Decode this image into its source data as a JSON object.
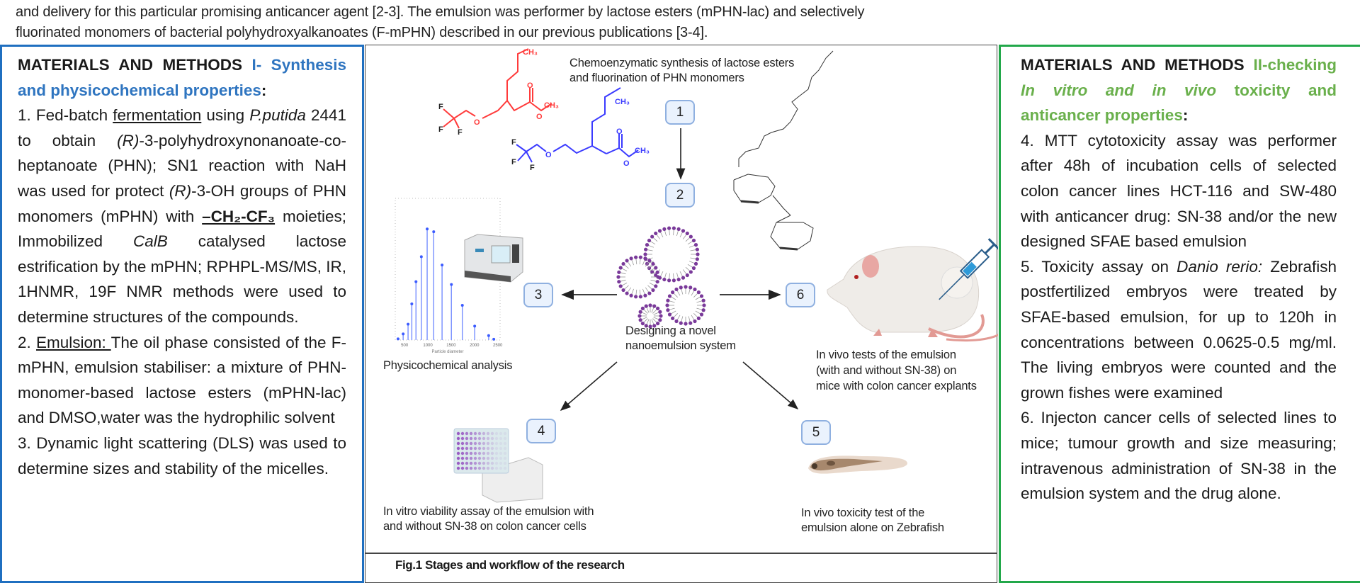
{
  "intro": {
    "line1": "and delivery for this particular promising anticancer agent [2-3]. The emulsion was performer by lactose esters (mPHN-lac) and selectively",
    "line2": "fluorinated monomers of bacterial polyhydroxyalkanoates (F-mPHN) described in our previous publications [3-4]."
  },
  "left": {
    "heading": {
      "a": "MATERIALS AND METHODS ",
      "b": "I- Synthesis and physicochemical properties",
      "c": ":"
    },
    "p1": {
      "s1": "1. Fed-batch ",
      "s2": "fermentation",
      "s3": " using ",
      "s4": "P.putida",
      "s5": " 2441 to obtain ",
      "s6": "(R)",
      "s7": "-3-polyhydroxynonanoate-co-heptanoate (PHN); SN1 reaction with NaH was used for protect ",
      "s8": "(R)",
      "s9": "-3-OH groups of PHN monomers (mPHN) with ",
      "s10": "–CH₂-CF₃",
      "s11": " moieties; Immobilized ",
      "s12": "CalB",
      "s13": " catalysed lactose estrification by the mPHN; RPHPL-MS/MS, IR, 1HNMR, 19F NMR methods were used to determine structures of the compounds."
    },
    "p2": {
      "s1": "2. ",
      "s2": "Emulsion: ",
      "s3": "The oil phase consisted of the F-mPHN, emulsion stabiliser: a mixture of PHN-monomer-based lactose esters (mPHN-lac) and DMSO,water was the hydrophilic solvent"
    },
    "p3": "3. Dynamic light scattering (DLS) was used to determine sizes and stability of the micelles."
  },
  "right": {
    "heading": {
      "a": "MATERIALS AND METHODS ",
      "b": "II-checking ",
      "c": "In vitro and in vivo",
      "d": " toxicity and anticancer properties",
      "e": ":"
    },
    "p4": "4. MTT cytotoxicity assay was performer after 48h of incubation cells of selected colon cancer lines HCT-116 and SW-480 with anticancer drug: SN-38 and/or the new designed SFAE based emulsion",
    "p5": {
      "s1": "5. Toxicity assay on ",
      "s2": "Danio rerio:",
      "s3": " Zebrafish postfertilized embryos were treated by SFAE-based emulsion, for up to 120h in concentrations between 0.0625-0.5 mg/ml. The living embryos were counted and the grown fishes were examined"
    },
    "p6": "6. Injecton cancer cells of selected lines  to mice; tumour growth and size measuring; intravenous administration of SN-38 in the emulsion system and the drug alone."
  },
  "figure": {
    "synthesis_title": [
      "Chemoenzymatic synthesis of lactose esters",
      "and fluorination of PHN monomers"
    ],
    "steps": [
      "1",
      "2",
      "3",
      "4",
      "5",
      "6"
    ],
    "nanoemulsion_label": [
      "Designing a novel",
      "nanoemulsion system"
    ],
    "physico_label": "Physicochemical analysis",
    "invitro_label": [
      "In vitro viability assay of the emulsion with",
      "and without SN-38 on colon cancer cells"
    ],
    "zebrafish_label": [
      "In vivo toxicity test of the",
      "emulsion alone on  Zebrafish"
    ],
    "mice_label": [
      "In vivo tests of the emulsion",
      "(with and without SN-38) on",
      "mice with colon cancer explants"
    ],
    "molecule_labels": {
      "ch3": "CH₃",
      "o": "O",
      "f": "F"
    },
    "caption": "Fig.1 Stages and workflow of the research"
  },
  "colors": {
    "left_border": "#1f6fc0",
    "right_border": "#22a84a",
    "heading_blue": "#2f75c0",
    "heading_green": "#6ab04c",
    "molecule_red": "#ff3b3b",
    "molecule_blue": "#3b3bff",
    "micelle": "#7a3a9a",
    "step_fill": "#eaf2fd"
  },
  "chart_data": {
    "type": "scatter",
    "style": "stem",
    "xlabel": "Particle diameter",
    "x": [
      360,
      470,
      575,
      655,
      745,
      860,
      985,
      1125,
      1305,
      1505,
      1740,
      2005,
      2305,
      2415
    ],
    "values": [
      0.4,
      2.2,
      5.7,
      13,
      21,
      30,
      40,
      39,
      27,
      20,
      12.5,
      5,
      1.6,
      0.3
    ],
    "xticks": [
      "500",
      "1000",
      "1500",
      "2000",
      "2500"
    ],
    "xlim": [
      300,
      2550
    ],
    "ylim": [
      0,
      50
    ],
    "color": "#3b5bff"
  }
}
